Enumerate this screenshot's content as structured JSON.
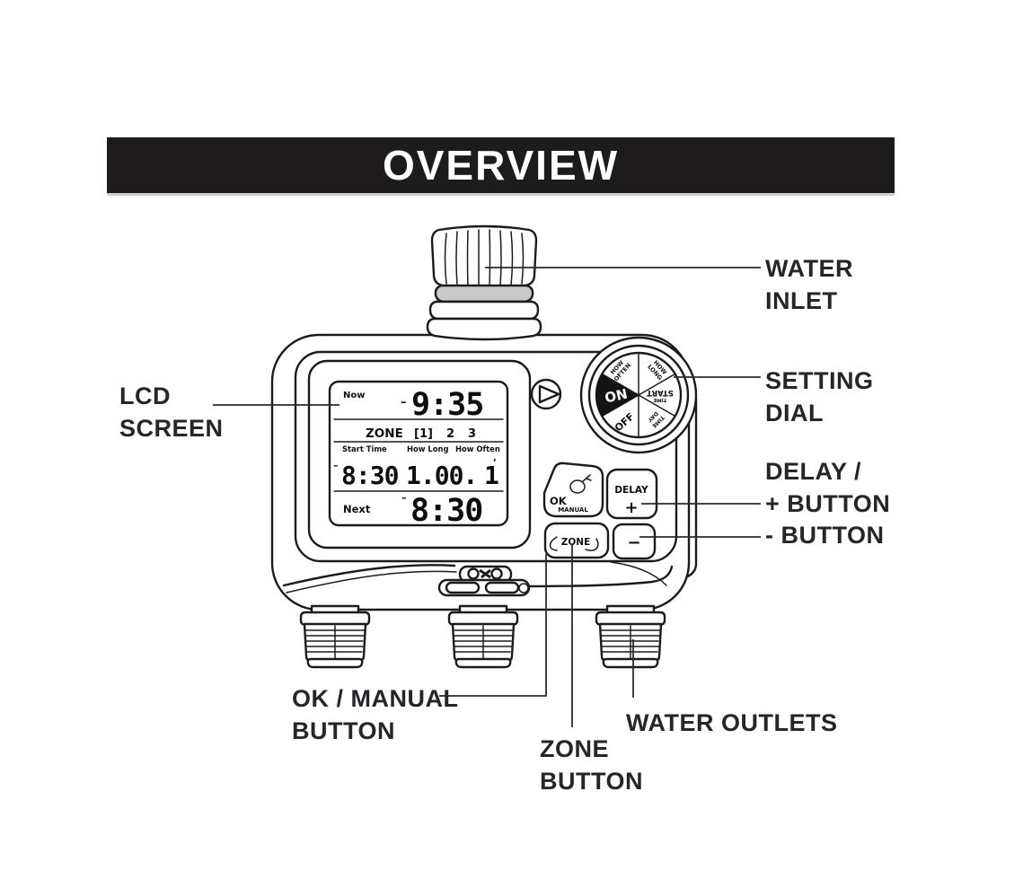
{
  "header": {
    "title": "OVERVIEW"
  },
  "colors": {
    "header_bg": "#1e1b1c",
    "line": "#1b1b1b",
    "label_text": "#25252a",
    "on_wedge_bg": "#141414",
    "inlet_band_shade": "#c9c9c9"
  },
  "device": {
    "lcd": {
      "now_label": "Now",
      "now_ampm_dash": "–",
      "now_time": "9:35",
      "zone_row": {
        "label": "ZONE",
        "zone1": "[1]",
        "zone2": "2",
        "zone3": "3"
      },
      "col_headers": {
        "start_time": "Start Time",
        "how_long": "How Long",
        "how_often": "How Often"
      },
      "values": {
        "start_ampm_dash": "–",
        "start_time": "8:30",
        "how_long": "1.00.",
        "how_often": "1",
        "how_often_tick": "’"
      },
      "next_label": "Next",
      "next_ampm_dash": "–",
      "next_time": "8:30"
    },
    "dial": {
      "on": "ON",
      "off": "OFF",
      "how_often": {
        "l1": "HOW",
        "l2": "OFTEN"
      },
      "how_long": {
        "l1": "HOW",
        "l2": "LONG"
      },
      "start_time": {
        "l1": "TIME",
        "l2": "START"
      },
      "time_day": {
        "l1": "TIME",
        "l2": "DAY"
      }
    },
    "buttons": {
      "ok": "OK",
      "manual": "MANUAL",
      "delay": "DELAY",
      "plus": "+",
      "zone": "ZONE",
      "minus": "−"
    }
  },
  "callouts": {
    "water_inlet": {
      "line1": "WATER",
      "line2": "INLET"
    },
    "setting_dial": {
      "line1": "SETTING",
      "line2": "DIAL"
    },
    "delay_plus": {
      "line1": "DELAY /",
      "line2": "+ BUTTON"
    },
    "minus": {
      "line1": "- BUTTON"
    },
    "lcd": {
      "line1": "LCD",
      "line2": "SCREEN"
    },
    "ok_manual": {
      "line1": "OK / MANUAL",
      "line2": "BUTTON"
    },
    "zone": {
      "line1": "ZONE",
      "line2": "BUTTON"
    },
    "water_outlets": {
      "line1": "WATER OUTLETS"
    }
  }
}
